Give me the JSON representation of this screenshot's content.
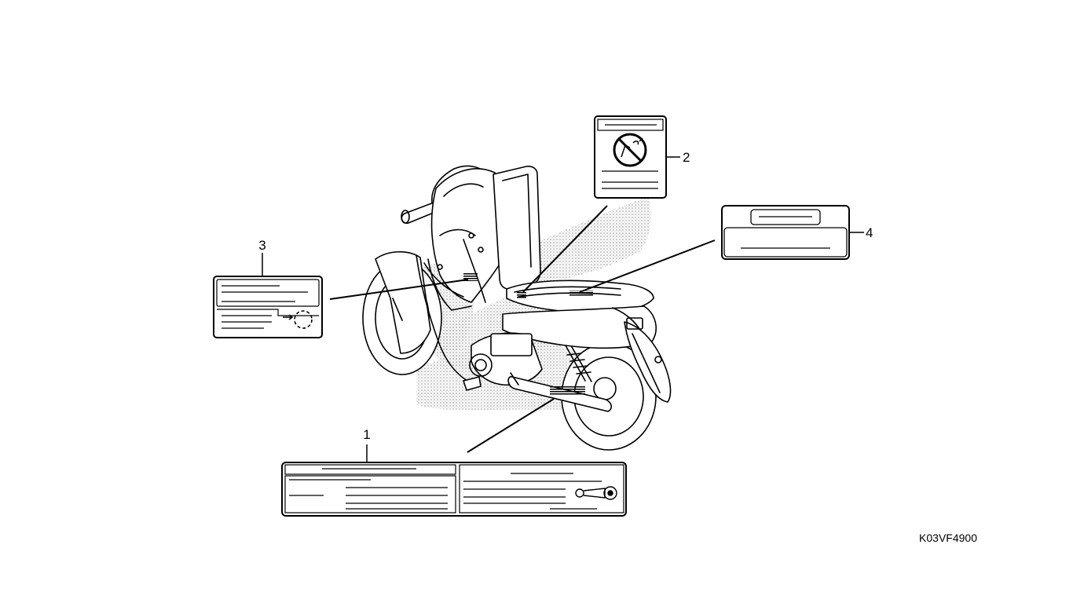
{
  "diagram": {
    "callouts": {
      "label_1": "1",
      "label_2": "2",
      "label_3": "3",
      "label_4": "4"
    },
    "drawing_code": "K03VF4900"
  },
  "colors": {
    "line": "#000000",
    "background": "#ffffff",
    "shade": "#9a9a9a"
  }
}
